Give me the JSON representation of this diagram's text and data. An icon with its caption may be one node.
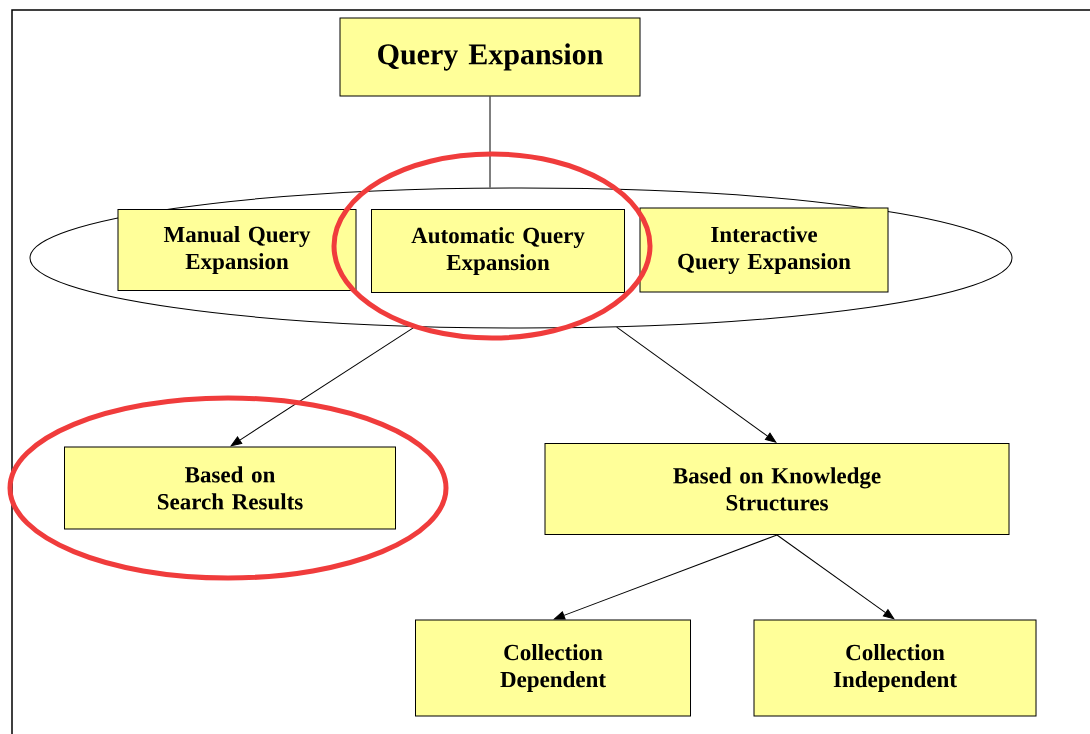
{
  "diagram": {
    "nodes": [
      {
        "text": [
          "Query Expansion"
        ]
      },
      {
        "text": [],
        "shape": "ellipse"
      },
      {
        "text": [
          "Manual Query Expansion"
        ],
        "in": 1
      },
      {
        "text": [
          "Automatic Query Expansion"
        ],
        "in": 1
      },
      {
        "text": [
          "Interactive Query Expansion"
        ],
        "in": 1
      },
      {
        "text": [
          "Based on Search Results"
        ]
      },
      {
        "text": [
          "Based on Knowledge Structures"
        ]
      },
      {
        "text": [
          "Collection Dependent"
        ]
      },
      {
        "text": [
          "Collection Independent"
        ]
      }
    ],
    "edges": [
      {
        "from": 0,
        "to": 1,
        "arrow": "none"
      },
      {
        "from": 1,
        "to": 5,
        "arrow": "to"
      },
      {
        "from": 1,
        "to": 6,
        "arrow": "to"
      },
      {
        "from": 6,
        "to": 7,
        "arrow": "to"
      },
      {
        "from": 6,
        "to": 8,
        "arrow": "to"
      }
    ]
  }
}
